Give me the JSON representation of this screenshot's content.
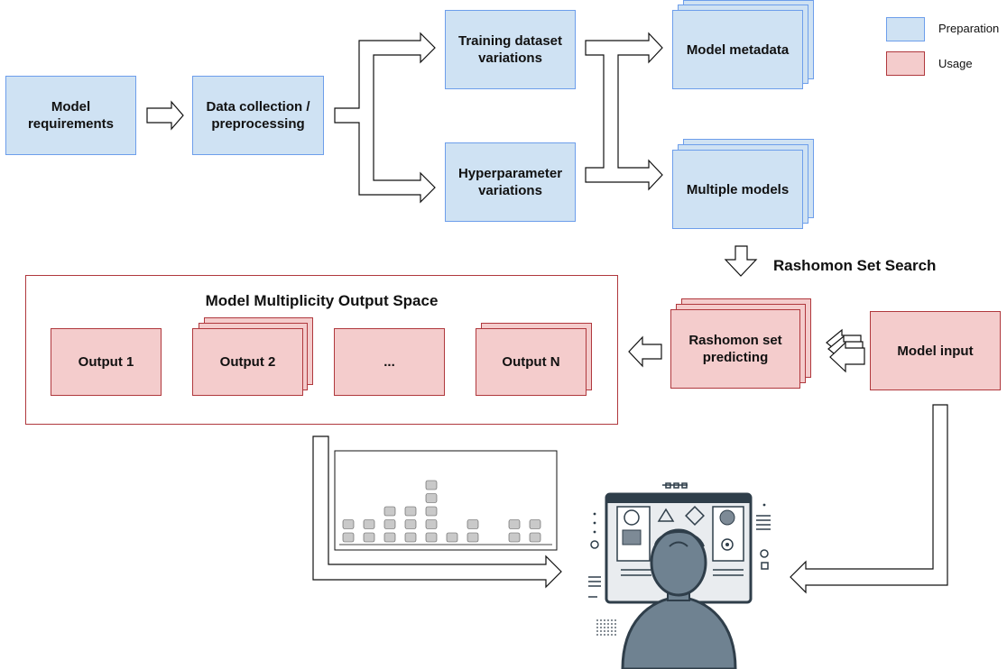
{
  "legend": {
    "preparation": "Preparation",
    "usage": "Usage",
    "preparation_color": "#cfe2f3",
    "usage_color": "#f4cccc"
  },
  "boxes": {
    "model_requirements": "Model requirements",
    "data_collection": "Data collection / preprocessing",
    "training_variations": "Training dataset variations",
    "hyperparameter_variations": "Hyperparameter variations",
    "model_metadata": "Model metadata",
    "multiple_models": "Multiple models",
    "rashomon_predicting": "Rashomon set predicting",
    "model_input": "Model input"
  },
  "rashomon_search_label": "Rashomon Set Search",
  "output_space": {
    "title": "Model Multiplicity Output Space",
    "outputs": [
      "Output 1",
      "Output 2",
      "...",
      "Output N"
    ]
  }
}
